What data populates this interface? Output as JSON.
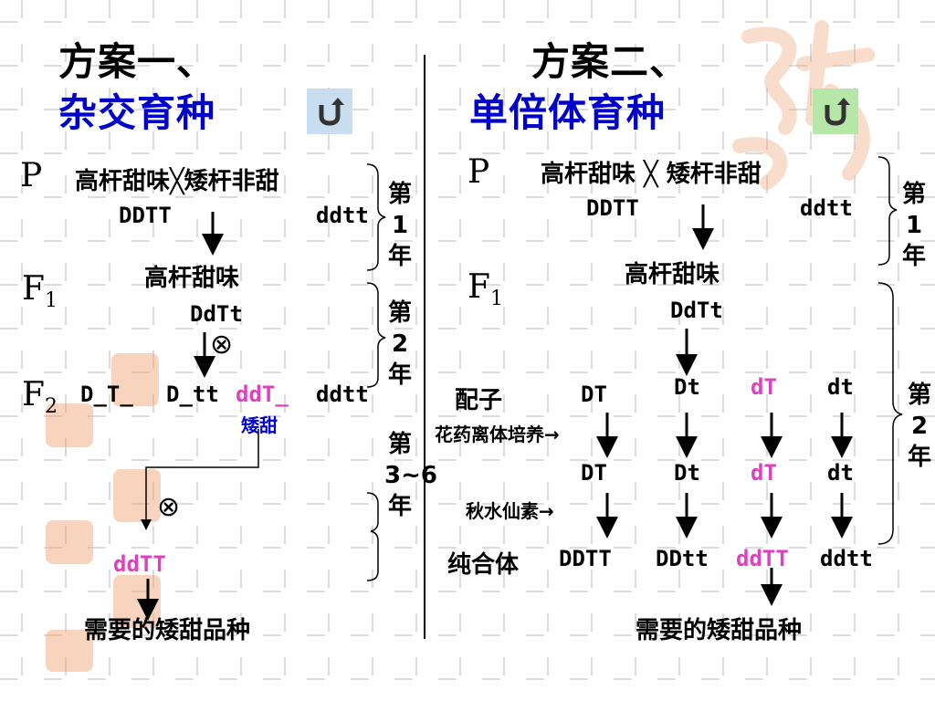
{
  "colors": {
    "title_blue": "#0000cc",
    "highlight_pink": "#e040c0",
    "button1_bg": "#c8def0",
    "button2_bg": "#b6e6a8",
    "seal_color": "#f0a070"
  },
  "left": {
    "title1": "方案一、",
    "title2": "杂交育种",
    "button_icon": "return-arrow-icon",
    "p_label": "P",
    "p_cross": "高杆甜味╳矮杆非甜",
    "p_gt1": "DDTT",
    "p_gt2": "ddtt",
    "f1_label": "F",
    "f1_sub": "1",
    "f1_pheno": "高杆甜味",
    "f1_gt": "DdTt",
    "selfing": "⊗",
    "f2_label": "F",
    "f2_sub": "2",
    "f2_gt1": "D_T_",
    "f2_gt2": "D_tt",
    "f2_gt3": "ddT_",
    "f2_gt4": "ddtt",
    "f2_note": "矮甜",
    "selfing2": "⊗",
    "final_gt": "ddTT",
    "result": "需要的矮甜品种",
    "year1": "第1年",
    "year2": "第2年",
    "year3": "第3~6年"
  },
  "right": {
    "title1": "方案二、",
    "title2": "单倍体育种",
    "button_icon": "return-arrow-icon",
    "p_label": "P",
    "p_cross": "高杆甜味 ╳ 矮杆非甜",
    "p_gt1": "DDTT",
    "p_gt2": "ddtt",
    "f1_label": "F",
    "f1_sub": "1",
    "f1_pheno": "高杆甜味",
    "f1_gt": "DdTt",
    "gamete_label": "配子",
    "gametes": [
      "DT",
      "Dt",
      "dT",
      "dt"
    ],
    "step1": "花药离体培养→",
    "haploids": [
      "DT",
      "Dt",
      "dT",
      "dt"
    ],
    "step2": "秋水仙素→",
    "pure_label": "纯合体",
    "pure": [
      "DDTT",
      "DDtt",
      "ddTT",
      "ddtt"
    ],
    "result": "需要的矮甜品种",
    "year1": "第1年",
    "year2": "第2年"
  }
}
